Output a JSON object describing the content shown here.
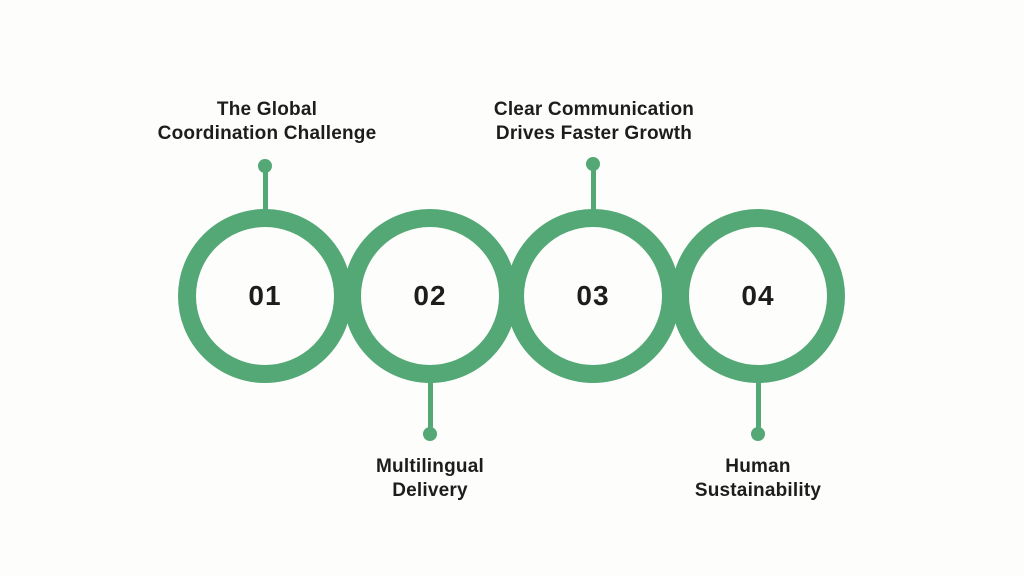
{
  "colors": {
    "accent": "#53A876",
    "text": "#1D1D1B",
    "background": "#FDFDFB"
  },
  "diagram": {
    "type": "process-steps",
    "steps": [
      {
        "number": "01",
        "label_lines": [
          "The Global",
          "Coordination Challenge"
        ],
        "label_position": "top"
      },
      {
        "number": "02",
        "label_lines": [
          "Multilingual",
          "Delivery"
        ],
        "label_position": "bottom"
      },
      {
        "number": "03",
        "label_lines": [
          "Clear Communication",
          "Drives Faster Growth"
        ],
        "label_position": "top"
      },
      {
        "number": "04",
        "label_lines": [
          "Human",
          "Sustainability"
        ],
        "label_position": "bottom"
      }
    ]
  }
}
